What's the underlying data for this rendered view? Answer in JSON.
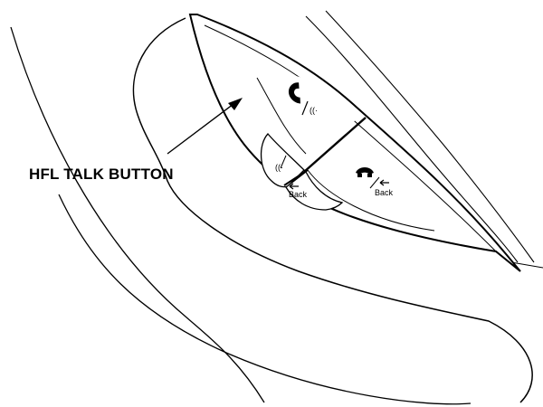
{
  "callout": {
    "label": "HFL TALK BUTTON"
  },
  "buttons": {
    "talk_upper": {
      "icon": "phone-voice-icon"
    },
    "talk_lower": {
      "icon": "voice-icon"
    },
    "back_lower": {
      "label": "Back",
      "icon": "back-arrow-icon"
    },
    "hangup_back": {
      "label": "Back",
      "icon": "hang-up-icon"
    }
  },
  "colors": {
    "line": "#000000",
    "background": "#ffffff"
  }
}
